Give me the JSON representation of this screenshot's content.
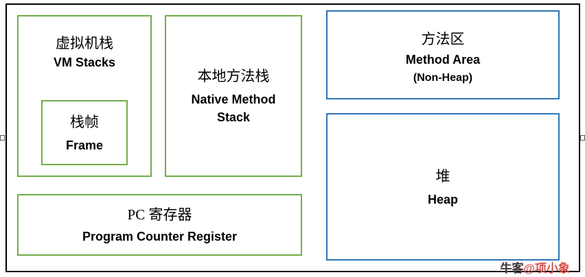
{
  "boxes": {
    "vm_stacks": {
      "zh": "虚拟机栈",
      "en": "VM Stacks"
    },
    "frame": {
      "zh": "栈帧",
      "en": "Frame"
    },
    "native_method_stack": {
      "zh": "本地方法栈",
      "en": "Native Method Stack"
    },
    "pc_register": {
      "zh": "PC  寄存器",
      "en": "Program Counter Register"
    },
    "method_area": {
      "zh": "方法区",
      "en": "Method Area",
      "sub": "(Non-Heap)"
    },
    "heap": {
      "zh": "堆",
      "en": "Heap"
    }
  },
  "watermark": {
    "prefix": "牛客",
    "suffix": "@项小象"
  },
  "colors": {
    "green_border": "#70ad47",
    "blue_border": "#2e75b6",
    "frame_border": "#000000",
    "watermark_red": "#d9534f"
  }
}
